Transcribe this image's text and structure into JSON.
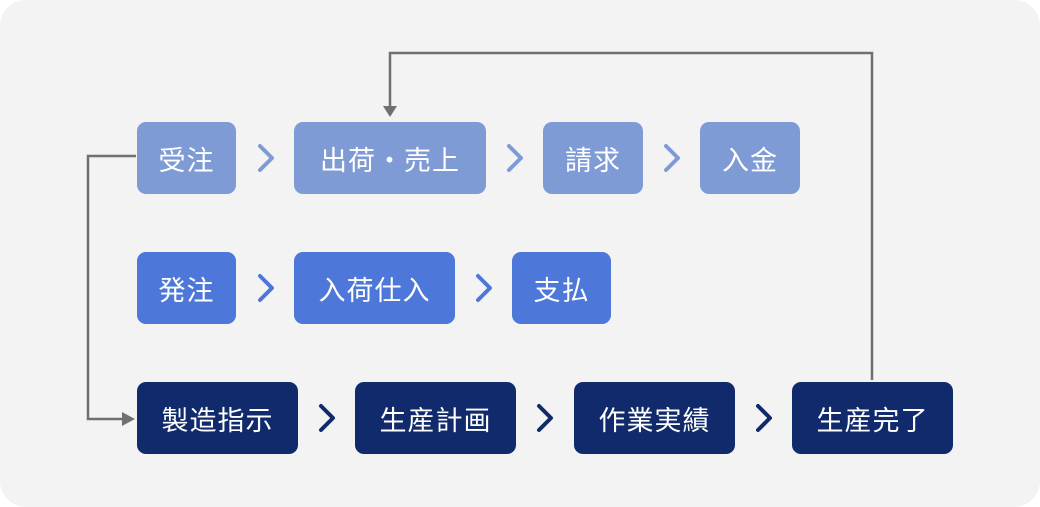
{
  "flows": {
    "sales": {
      "color": "#7e9bd6",
      "steps": [
        "受注",
        "出荷・売上",
        "請求",
        "入金"
      ]
    },
    "purchase": {
      "color": "#4d78d9",
      "steps": [
        "発注",
        "入荷仕入",
        "支払"
      ]
    },
    "manufacturing": {
      "color": "#102a6b",
      "steps": [
        "製造指示",
        "生産計画",
        "作業実績",
        "生産完了"
      ]
    }
  },
  "connector_color": "#707070"
}
